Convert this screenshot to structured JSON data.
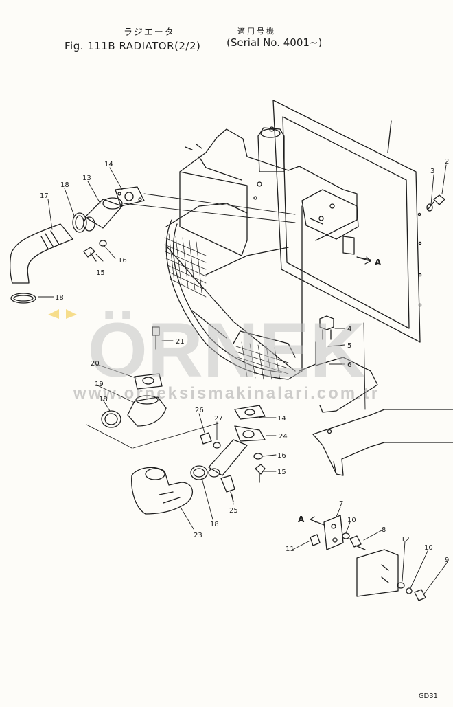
{
  "title": {
    "japanese": "ラジエータ",
    "main": "Fig. 111B  RADIATOR(2/2)",
    "serial_japanese": "適用号機",
    "serial": "(Serial No. 4001∼)"
  },
  "watermark": {
    "brand": "ÖRNEK",
    "url": "www.orneksismakinalari.com.tr"
  },
  "view_marker": "A",
  "drawing_code": "GD31",
  "parts": [
    {
      "no": "2"
    },
    {
      "no": "3"
    },
    {
      "no": "4"
    },
    {
      "no": "5"
    },
    {
      "no": "6"
    },
    {
      "no": "7"
    },
    {
      "no": "8"
    },
    {
      "no": "9"
    },
    {
      "no": "10"
    },
    {
      "no": "10"
    },
    {
      "no": "11"
    },
    {
      "no": "12"
    },
    {
      "no": "13"
    },
    {
      "no": "14"
    },
    {
      "no": "14"
    },
    {
      "no": "15"
    },
    {
      "no": "15"
    },
    {
      "no": "16"
    },
    {
      "no": "16"
    },
    {
      "no": "17"
    },
    {
      "no": "18"
    },
    {
      "no": "18"
    },
    {
      "no": "18"
    },
    {
      "no": "18"
    },
    {
      "no": "19"
    },
    {
      "no": "20"
    },
    {
      "no": "21"
    },
    {
      "no": "23"
    },
    {
      "no": "24"
    },
    {
      "no": "25"
    },
    {
      "no": "26"
    },
    {
      "no": "27"
    }
  ]
}
